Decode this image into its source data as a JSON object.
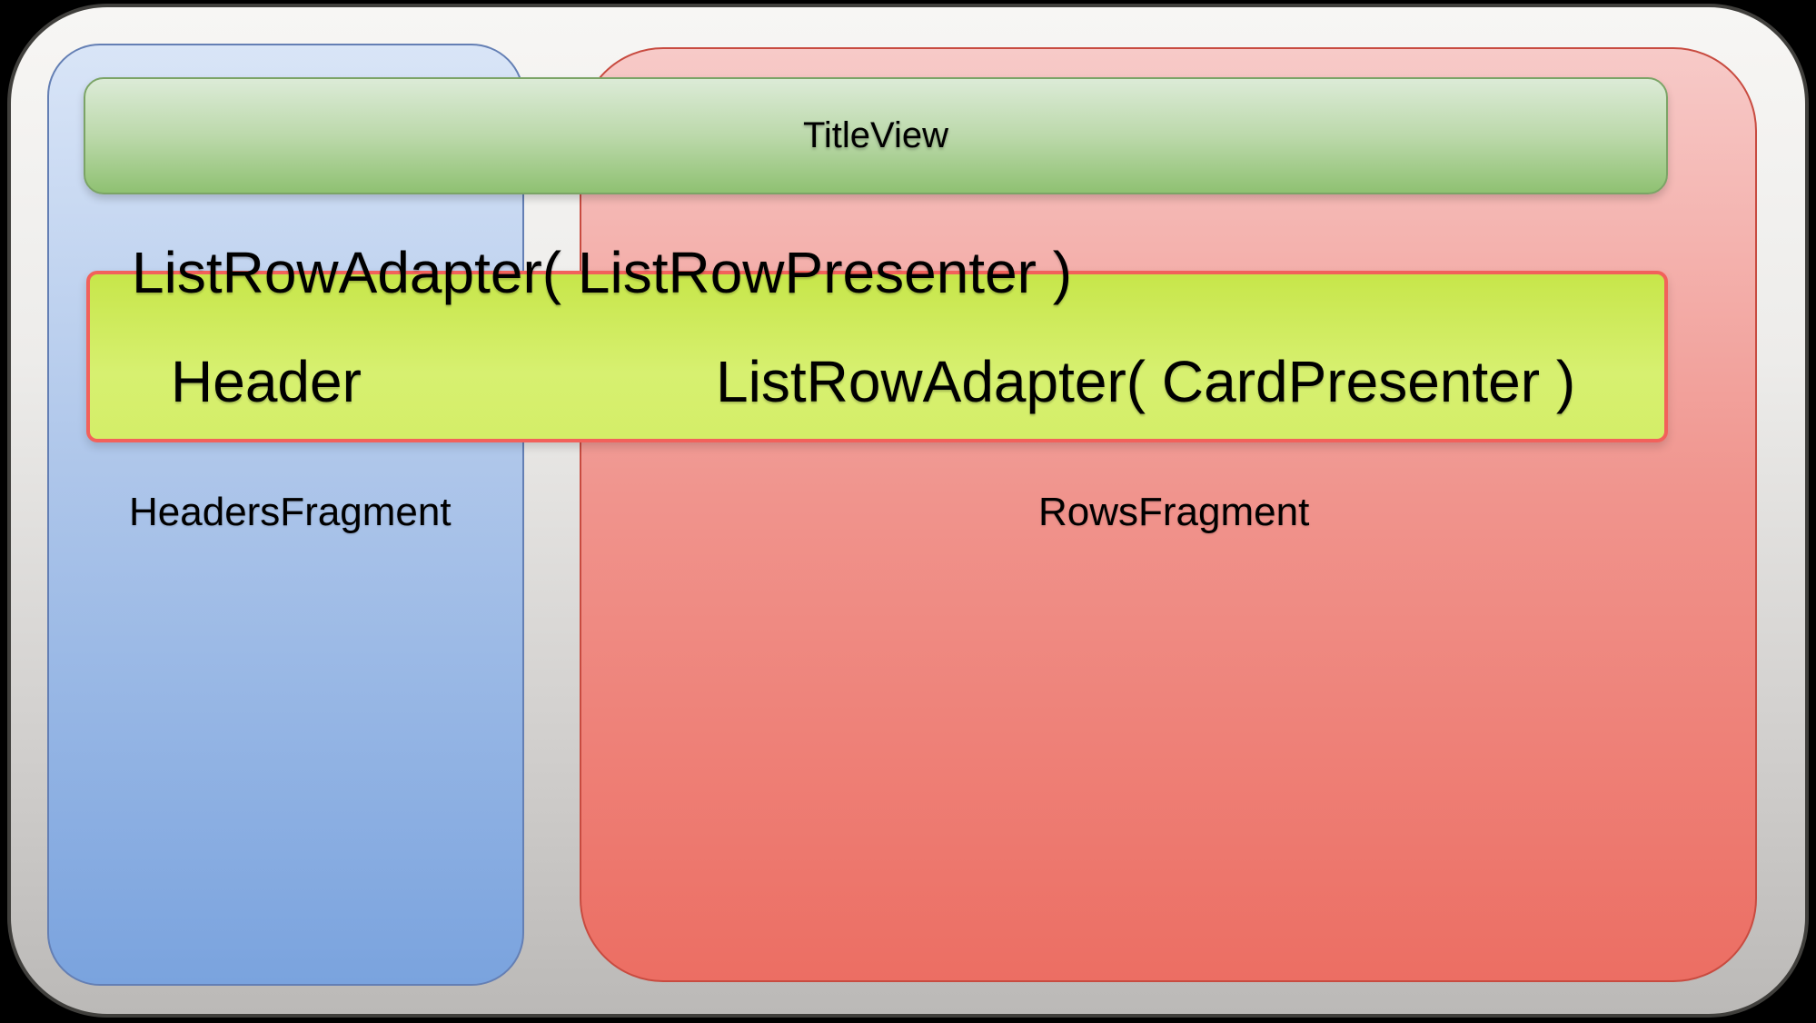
{
  "diagram": {
    "title_view_label": "TitleView",
    "adapter_row_label": "ListRowAdapter( ListRowPresenter )",
    "header_cell_label": "Header",
    "card_adapter_label": "ListRowAdapter( CardPresenter )",
    "headers_fragment_label": "HeadersFragment",
    "rows_fragment_label": "RowsFragment"
  },
  "colors": {
    "canvas-bg": "#000000",
    "slide-top": "#f7f6f4",
    "slide-bottom": "#bbb9b7",
    "slide-border": "#403f3c",
    "headers-top": "#d9e5f7",
    "headers-bottom": "#7aa3de",
    "headers-border": "#647fb4",
    "rows-top": "#f7cac8",
    "rows-bottom": "#ec6e63",
    "rows-border": "#c84b40",
    "title-top": "#dcebd7",
    "title-bottom": "#8fc172",
    "title-border": "#7ba466",
    "listrow-top": "#c7e64a",
    "listrow-bottom": "#d4ee68",
    "listrow-border": "#f2615b",
    "text": "#000000"
  }
}
